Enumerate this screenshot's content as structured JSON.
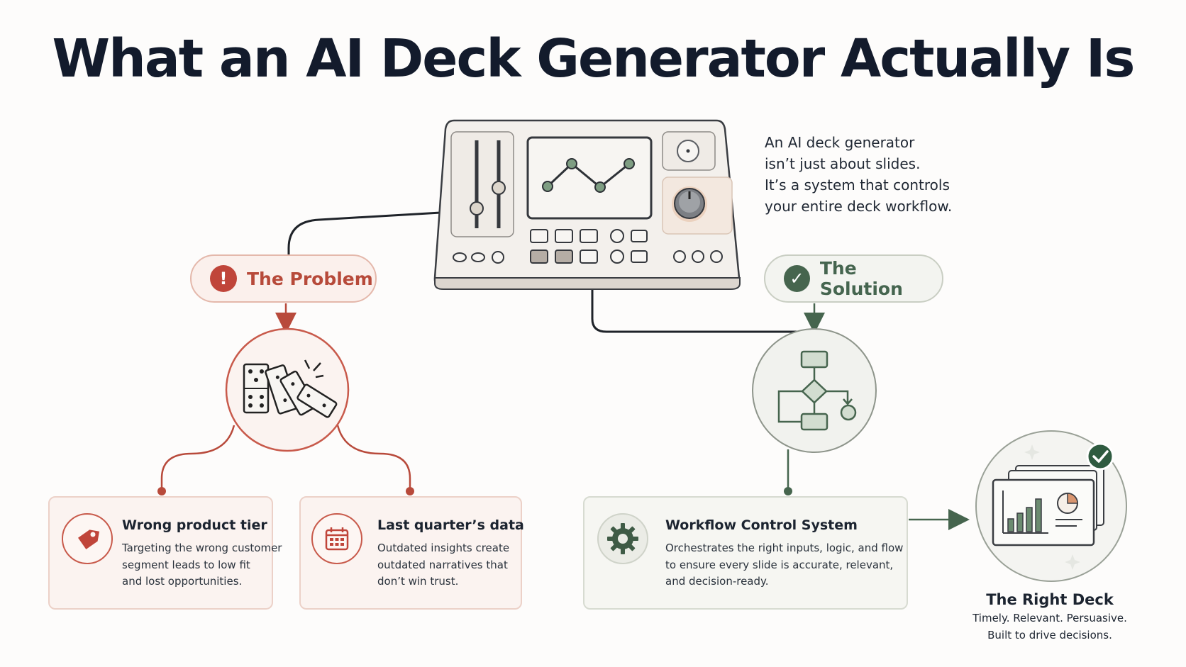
{
  "title": "What an AI Deck Generator Actually Is",
  "intro": {
    "lines": [
      "An AI deck generator",
      "isn’t just about slides.",
      "It’s a system that controls",
      "your entire deck workflow."
    ]
  },
  "problem": {
    "label": "The Problem",
    "badge_glyph": "!",
    "icon": "falling-dominoes-icon",
    "color": "#c0453a"
  },
  "solution": {
    "label": "The Solution",
    "badge_glyph": "✓",
    "icon": "flowchart-icon",
    "color": "#46654e"
  },
  "cards": {
    "wrong_tier": {
      "title": "Wrong product tier",
      "icon": "price-tag-icon",
      "lines": [
        "Targeting the wrong customer",
        "segment leads to low fit",
        "and lost opportunities."
      ]
    },
    "last_quarter": {
      "title": "Last quarter’s data",
      "icon": "calendar-icon",
      "lines": [
        "Outdated insights create",
        "outdated narratives that",
        "don’t win trust."
      ]
    },
    "workflow": {
      "title": "Workflow Control System",
      "icon": "gear-icon",
      "lines": [
        "Orchestrates the right inputs, logic, and flow",
        "to ensure every slide is accurate, relevant,",
        "and decision-ready."
      ]
    }
  },
  "right_deck": {
    "title": "The Right Deck",
    "icon": "presentation-deck-icon",
    "lines": [
      "Timely. Relevant. Persuasive.",
      "Built to drive decisions."
    ]
  },
  "control_panel": {
    "icon": "control-panel-icon"
  },
  "colors": {
    "problem_accent": "#c0453a",
    "solution_accent": "#46654e",
    "title_text": "#131b2c",
    "connector": "#1f2329"
  }
}
